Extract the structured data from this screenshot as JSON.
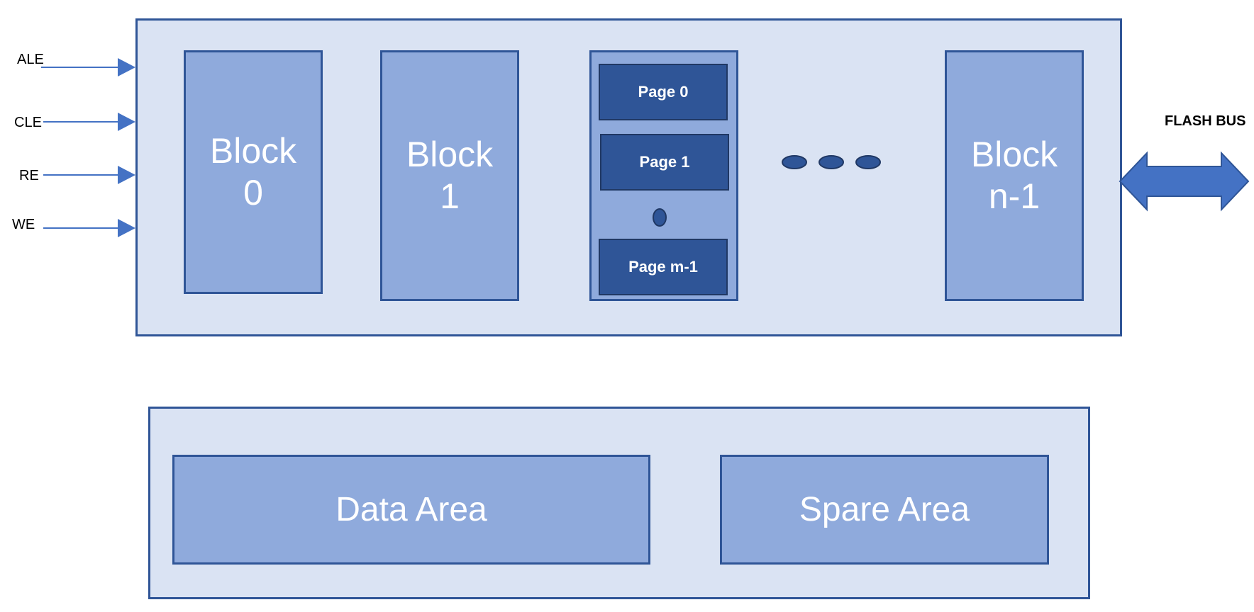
{
  "signals": {
    "ale": "ALE",
    "cle": "CLE",
    "re": "RE",
    "we": "WE"
  },
  "bus_label": "FLASH BUS",
  "blocks": {
    "block0": {
      "word": "Block",
      "index": "0"
    },
    "block1": {
      "word": "Block",
      "index": "1"
    },
    "blockn": {
      "word": "Block",
      "index": "n-1"
    }
  },
  "pages": {
    "page0": "Page 0",
    "page1": "Page 1",
    "pagem": "Page m-1"
  },
  "page_layout": {
    "data_area": "Data Area",
    "spare_area": "Spare Area"
  },
  "colors": {
    "outer_fill": "#dae3f3",
    "block_fill": "#8faadc",
    "page_fill": "#2f5597",
    "stroke": "#2f5597",
    "arrow": "#4472c4"
  }
}
